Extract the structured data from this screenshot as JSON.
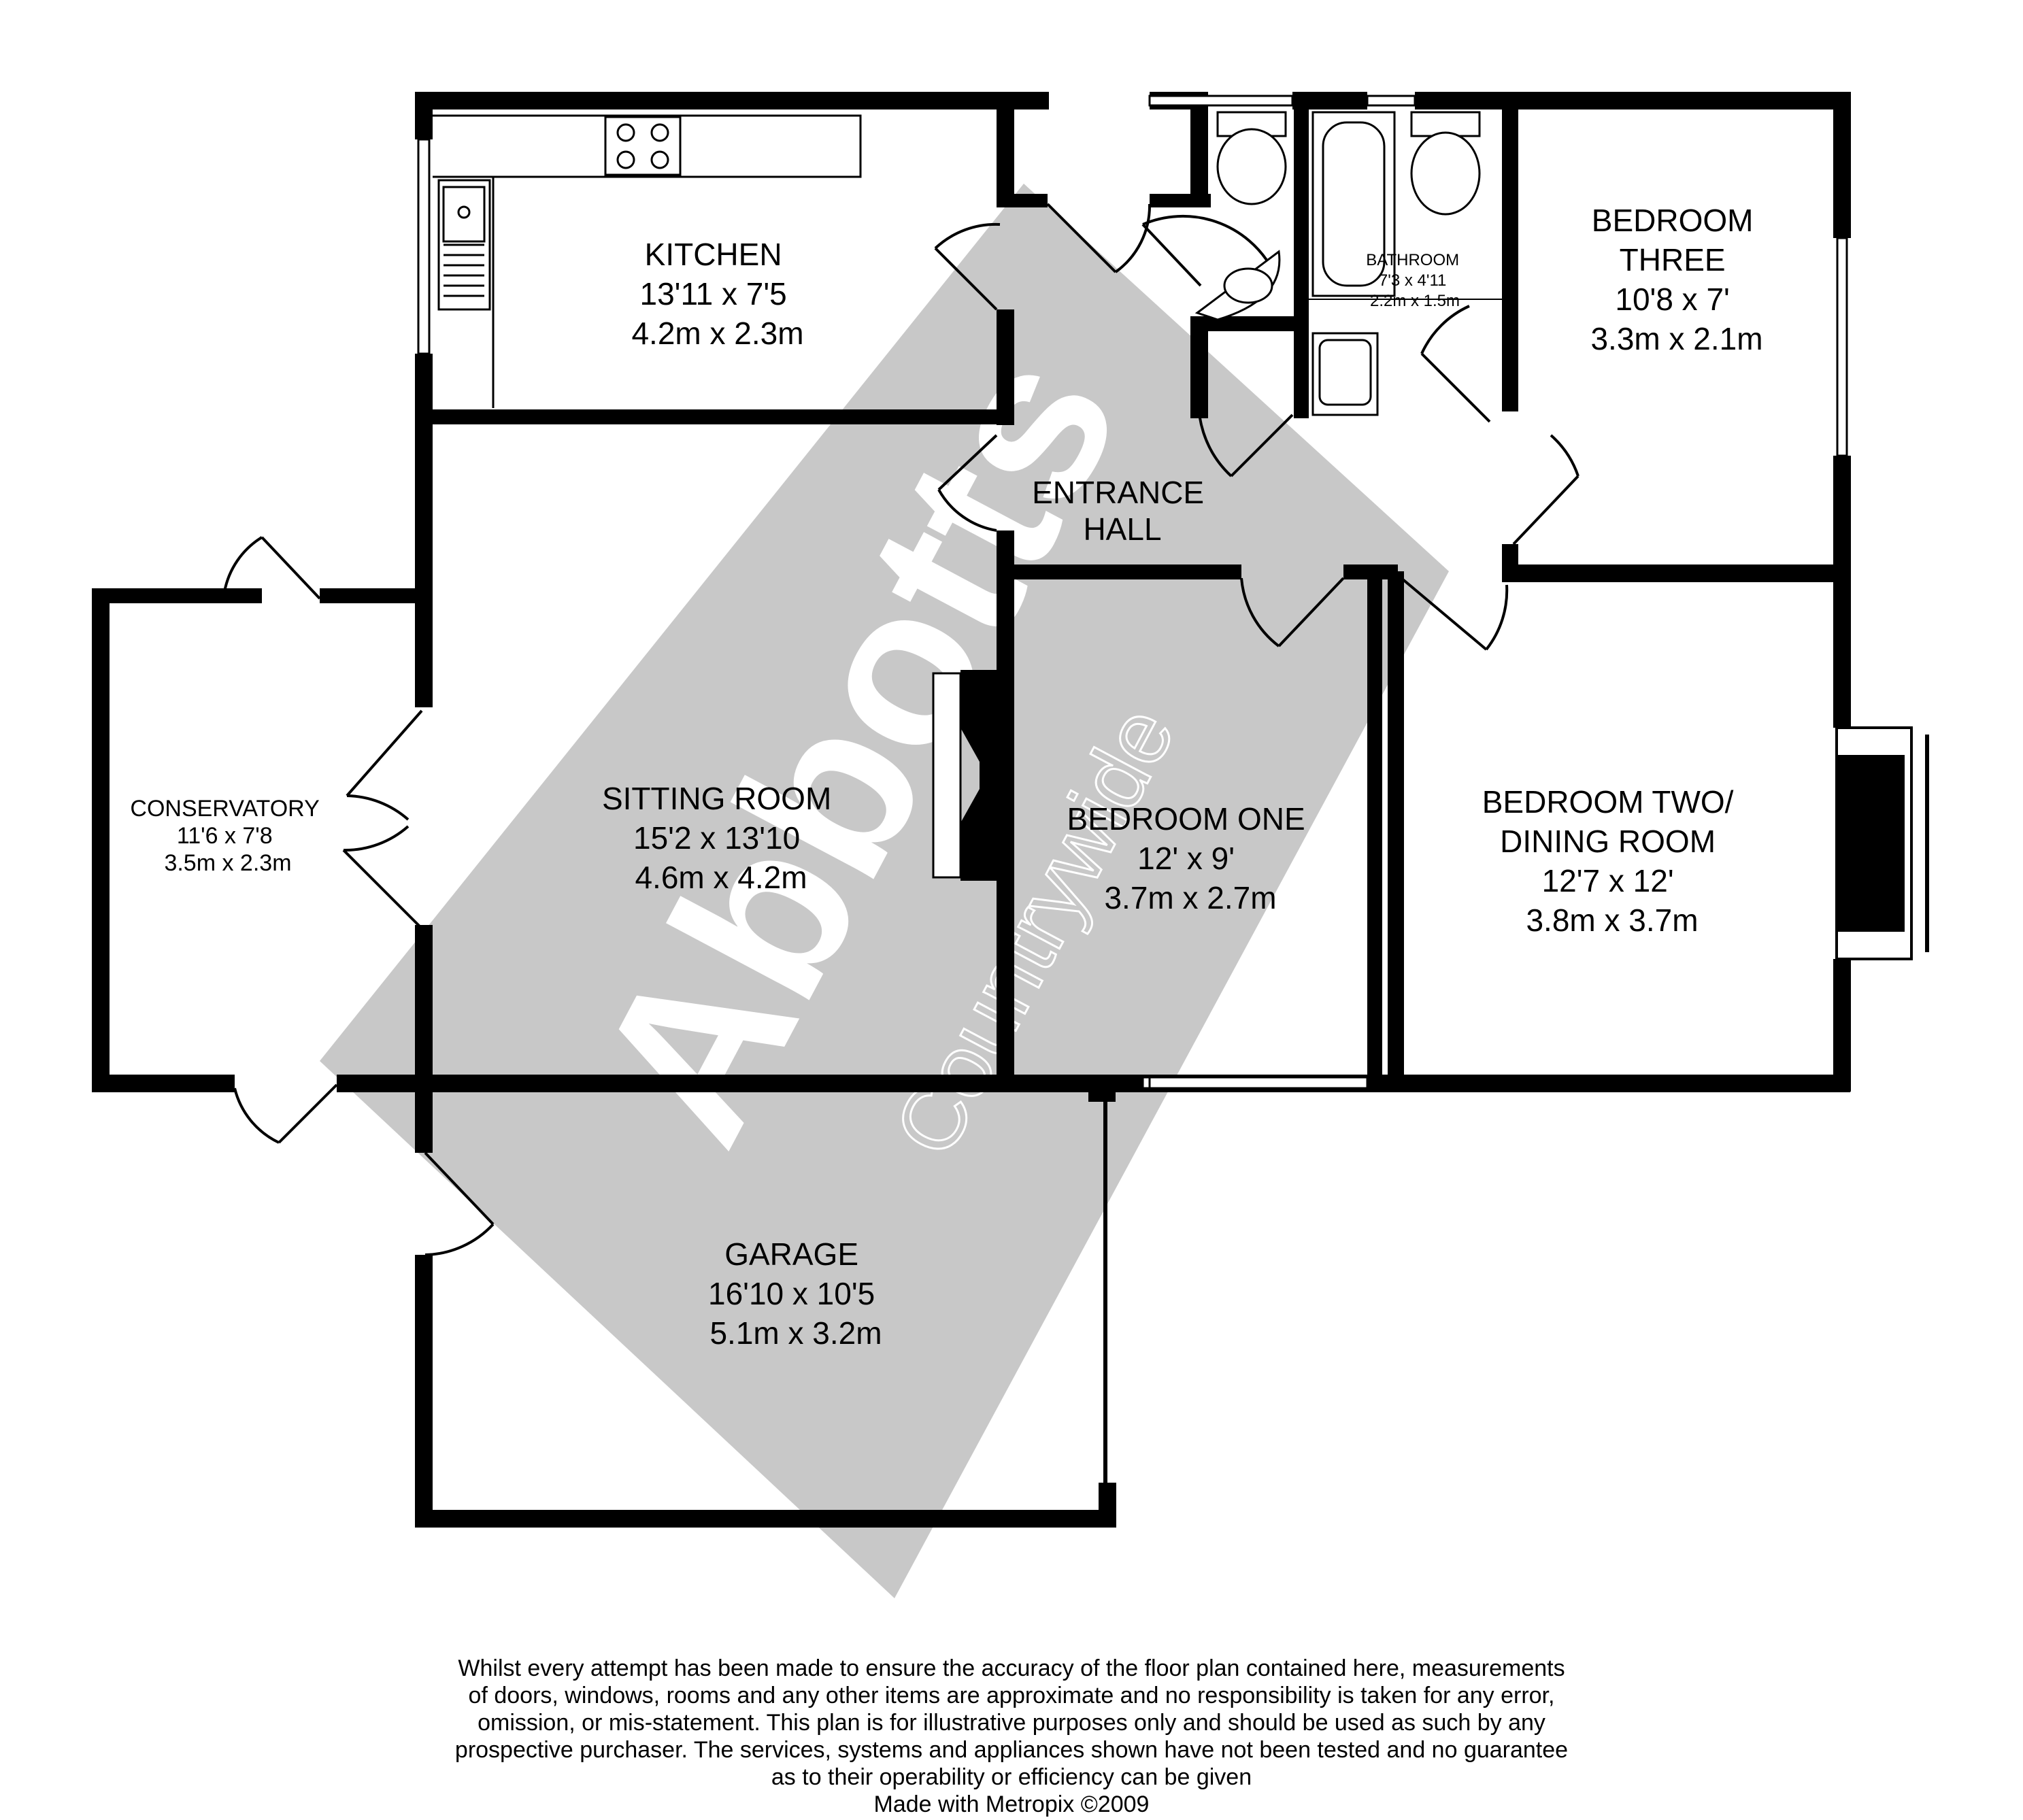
{
  "watermark": {
    "brand": "Abbotts",
    "tagline": "Countrywide"
  },
  "rooms": [
    {
      "id": "kitchen",
      "lines": [
        "KITCHEN",
        "13'11 x 7'5",
        "4.2m x 2.3m"
      ]
    },
    {
      "id": "bathroom",
      "lines": [
        "BATHROOM",
        "7'3 x 4'11",
        "2.2m x 1.5m"
      ]
    },
    {
      "id": "bedroom-three",
      "lines": [
        "BEDROOM",
        "THREE",
        "10'8 x 7'",
        "3.3m x 2.1m"
      ]
    },
    {
      "id": "entrance-hall",
      "lines": [
        "ENTRANCE",
        "HALL"
      ]
    },
    {
      "id": "conservatory",
      "lines": [
        "CONSERVATORY",
        "11'6 x 7'8",
        "3.5m x 2.3m"
      ]
    },
    {
      "id": "sitting-room",
      "lines": [
        "SITTING ROOM",
        "15'2 x 13'10",
        "4.6m x 4.2m"
      ]
    },
    {
      "id": "bedroom-one",
      "lines": [
        "BEDROOM ONE",
        "12' x 9'",
        "3.7m x 2.7m"
      ]
    },
    {
      "id": "bedroom-two",
      "lines": [
        "BEDROOM TWO/",
        "DINING ROOM",
        "12'7 x 12'",
        "3.8m x 3.7m"
      ]
    },
    {
      "id": "garage",
      "lines": [
        "GARAGE",
        "16'10 x 10'5",
        "5.1m x 3.2m"
      ]
    }
  ],
  "disclaimer": {
    "lines": [
      "Whilst every attempt has been made to ensure the accuracy of the floor plan contained here, measurements",
      "of doors, windows, rooms and any other items are approximate and no responsibility is taken for any error,",
      "omission, or mis-statement. This plan is for illustrative purposes only and should be used as such by any",
      "prospective purchaser. The services, systems and appliances shown have not been tested and no guarantee",
      "as to their operability or efficiency can be given"
    ],
    "credit": "Made with Metropix ©2009"
  }
}
